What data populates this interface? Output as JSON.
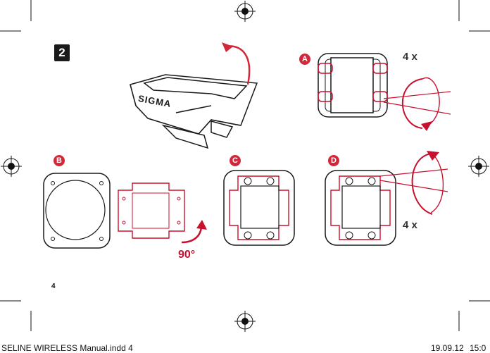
{
  "step": {
    "number": "2"
  },
  "panels": {
    "a": {
      "badge": "A",
      "count_label": "4 x"
    },
    "b": {
      "badge": "B",
      "rotation_label": "90°"
    },
    "c": {
      "badge": "C"
    },
    "d": {
      "badge": "D",
      "count_label": "4 x"
    }
  },
  "device": {
    "brand_text": "SIGMA"
  },
  "page": {
    "number": "4"
  },
  "footer": {
    "filename": "SELINE WIRELESS Manual.indd   4",
    "date": "19.09.12",
    "time": "15:0"
  },
  "colors": {
    "accent": "#c8102e",
    "line": "#1a1a1a",
    "badge": "#d2283a"
  },
  "icons": {
    "registration_mark": "registration-mark-icon",
    "rotate_arrow": "rotate-arrow-icon"
  }
}
